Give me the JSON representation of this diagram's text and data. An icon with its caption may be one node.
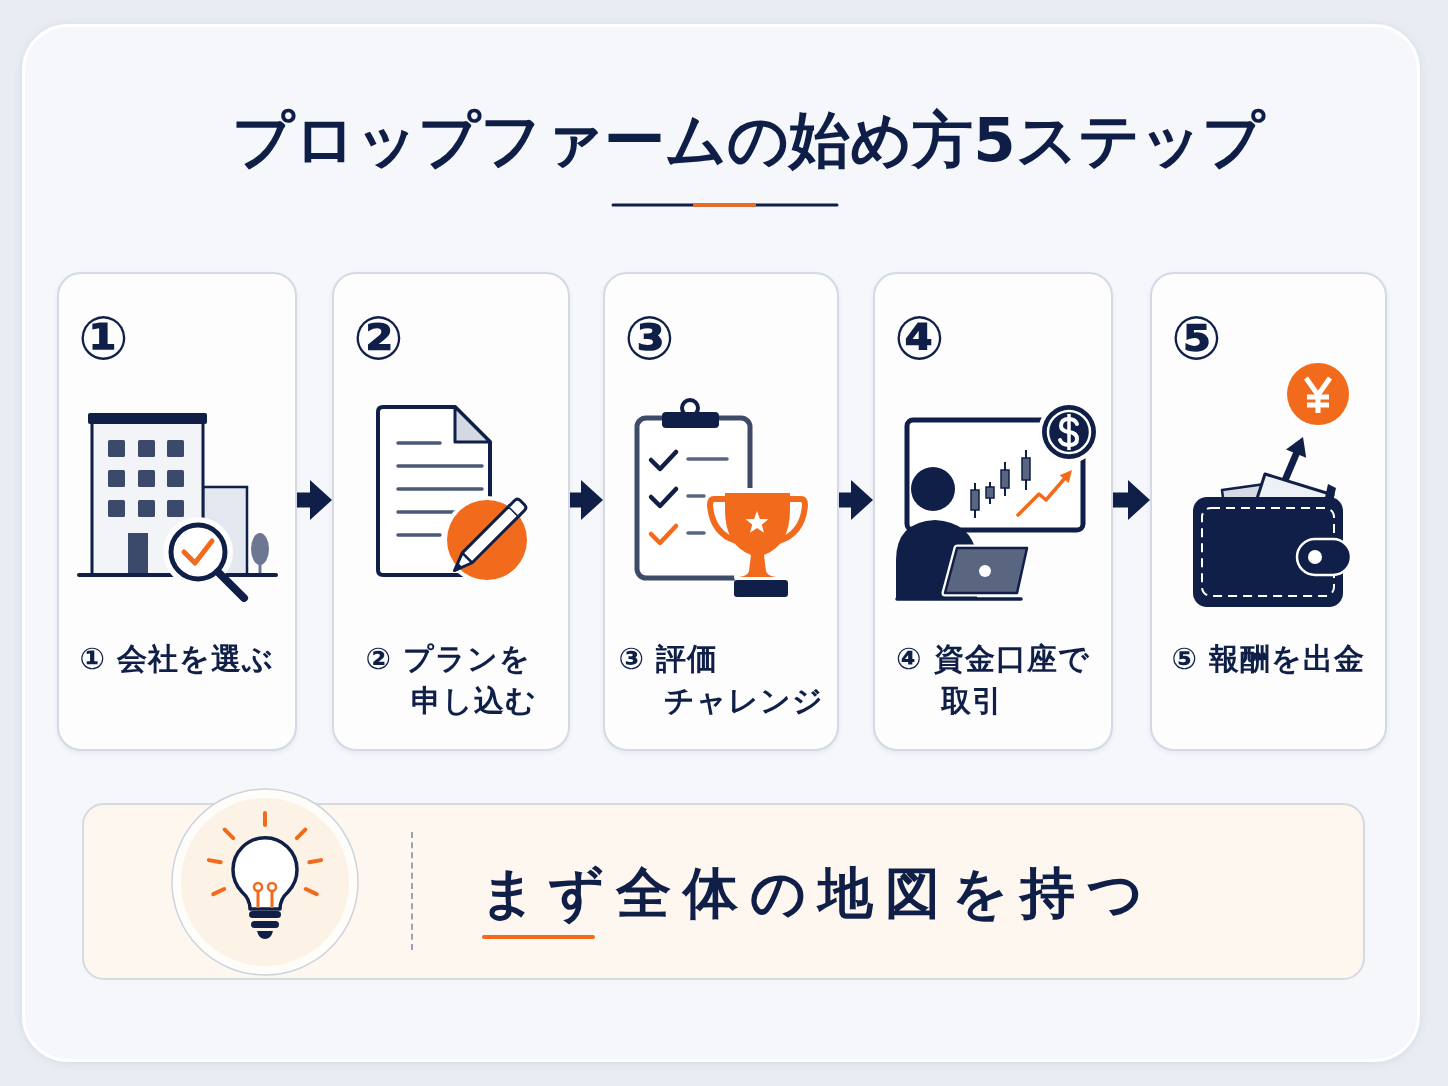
{
  "diagram": {
    "title": "プロップファームの始め方5ステップ",
    "nodes": [
      {
        "text": [
          "①",
          "① 会社を選ぶ"
        ]
      },
      {
        "text": [
          "②",
          "② プランを申し込む"
        ]
      },
      {
        "text": [
          "③",
          "③ 評価チャレンジ"
        ]
      },
      {
        "text": [
          "④",
          "④ 資金口座で取引"
        ]
      },
      {
        "text": [
          "⑤",
          "⑤ 報酬を出金"
        ]
      },
      {
        "text": [
          "まず全体の地図を持つ"
        ]
      }
    ],
    "edges": [
      {
        "from": 0,
        "to": 1,
        "arrow": "to"
      },
      {
        "from": 1,
        "to": 2,
        "arrow": "to"
      },
      {
        "from": 2,
        "to": 3,
        "arrow": "to"
      },
      {
        "from": 3,
        "to": 4,
        "arrow": "to"
      }
    ]
  }
}
